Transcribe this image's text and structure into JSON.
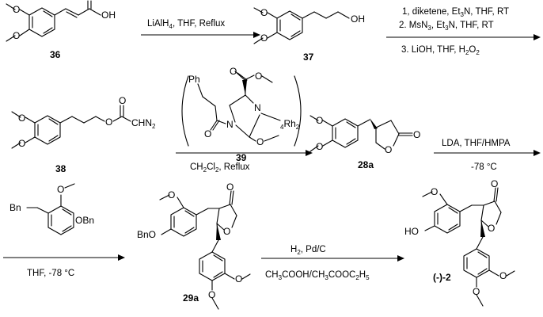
{
  "compounds": {
    "c36": "36",
    "c37": "37",
    "c38": "38",
    "c39": "39",
    "c28a": "28a",
    "c29a": "29a",
    "c2": "(-)-2"
  },
  "atoms": {
    "OH": "OH",
    "O": "O",
    "Ph": "Ph",
    "N": "N",
    "Rh2": "Rh",
    "Rh2_count": "4",
    "Rh2_sub": "2",
    "CHN2": "CHN",
    "CHN2_sub": "2",
    "Bn": "Bn",
    "OBn": "OBn",
    "BnO": "BnO",
    "HO": "HO"
  },
  "reactions": {
    "step1": {
      "reagent": "LiAlH",
      "reagent_sub": "4",
      "rest": ", THF, Reflux"
    },
    "step2": {
      "line1": "1, diketene, Et",
      "line1_sub": "3",
      "line1_end": "N, THF, RT",
      "line2": "2. MsN",
      "line2_sub1": "3",
      "line2_mid": ", Et",
      "line2_sub2": "3",
      "line2_end": "N, THF, RT",
      "line3": "3. LiOH, THF, H",
      "line3_sub1": "2",
      "line3_mid": "O",
      "line3_sub2": "2"
    },
    "step3": {
      "solvent": "CH",
      "solvent_sub1": "2",
      "solvent_mid": "Cl",
      "solvent_sub2": "2",
      "rest": ", Reflux"
    },
    "step4": {
      "line1": "LDA, THF/HMPA",
      "line2": "-78 °C"
    },
    "step5": {
      "conditions": "THF, -78 °C"
    },
    "step6": {
      "line1": "H",
      "line1_sub": "2",
      "line1_end": ", Pd/C",
      "line2a": "CH",
      "line2a_sub": "3",
      "line2b": "COOH/CH",
      "line2b_sub": "3",
      "line2c": "COOC",
      "line2c_sub1": "2",
      "line2d": "H",
      "line2d_sub": "5"
    }
  }
}
